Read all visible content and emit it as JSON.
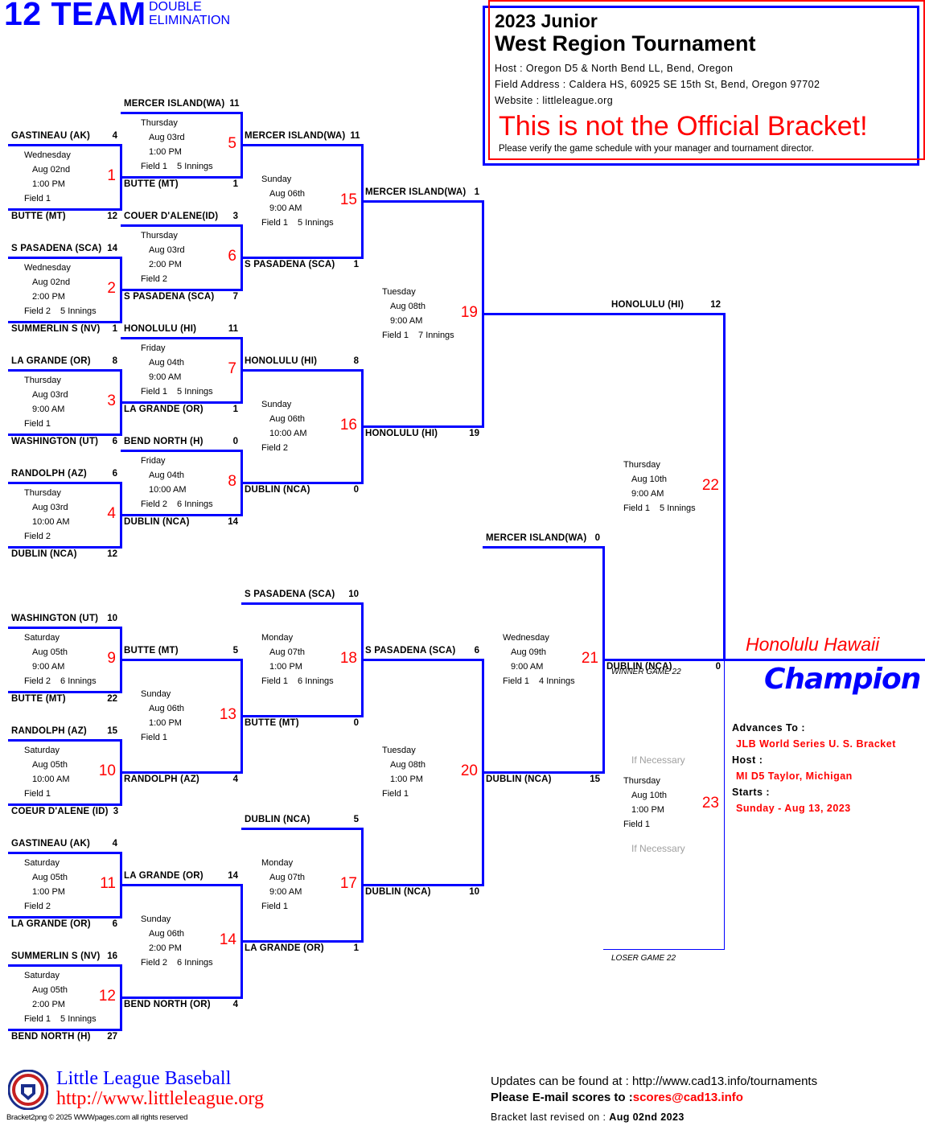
{
  "header": {
    "title": "12 TEAM",
    "subtitle_line1": "DOUBLE",
    "subtitle_line2": "ELIMINATION"
  },
  "tournament": {
    "year_division": "2023 Junior",
    "name": "West Region Tournament",
    "host": "Host : Oregon D5 & North Bend LL, Bend, Oregon",
    "field_address": "Field Address : Caldera HS, 60925 SE 15th St, Bend, Oregon 97702",
    "website": "Website : littleleague.org",
    "warning": "This is not the Official Bracket!",
    "verify_note": "Please verify the game schedule with your manager and tournament director."
  },
  "games": [
    {
      "num": "1",
      "top": {
        "team": "GASTINEAU (AK)",
        "score": "4"
      },
      "bottom": {
        "team": "BUTTE (MT)",
        "score": "12"
      },
      "day": "Wednesday",
      "date": "Aug 02nd",
      "time": "1:00 PM",
      "field": "Field 1",
      "innings": ""
    },
    {
      "num": "2",
      "top": {
        "team": "S PASADENA (SCA)",
        "score": "14"
      },
      "bottom": {
        "team": "SUMMERLIN S (NV)",
        "score": "1"
      },
      "day": "Wednesday",
      "date": "Aug 02nd",
      "time": "2:00 PM",
      "field": "Field 2",
      "innings": "5 Innings"
    },
    {
      "num": "3",
      "top": {
        "team": "LA GRANDE (OR)",
        "score": "8"
      },
      "bottom": {
        "team": "WASHINGTON (UT)",
        "score": "6"
      },
      "day": "Thursday",
      "date": "Aug 03rd",
      "time": "9:00 AM",
      "field": "Field 1",
      "innings": ""
    },
    {
      "num": "4",
      "top": {
        "team": "RANDOLPH (AZ)",
        "score": "6"
      },
      "bottom": {
        "team": "DUBLIN (NCA)",
        "score": "12"
      },
      "day": "Thursday",
      "date": "Aug 03rd",
      "time": "10:00 AM",
      "field": "Field 2",
      "innings": ""
    },
    {
      "num": "5",
      "top": {
        "team": "MERCER ISLAND(WA)",
        "score": "11"
      },
      "bottom": {
        "team": "BUTTE (MT)",
        "score": "1"
      },
      "day": "Thursday",
      "date": "Aug 03rd",
      "time": "1:00 PM",
      "field": "Field 1",
      "innings": "5 Innings"
    },
    {
      "num": "6",
      "top": {
        "team": "COUER D'ALENE(ID)",
        "score": "3"
      },
      "bottom": {
        "team": "S PASADENA (SCA)",
        "score": "7"
      },
      "day": "Thursday",
      "date": "Aug 03rd",
      "time": "2:00 PM",
      "field": "Field 2",
      "innings": ""
    },
    {
      "num": "7",
      "top": {
        "team": "HONOLULU (HI)",
        "score": "11"
      },
      "bottom": {
        "team": "LA GRANDE (OR)",
        "score": "1"
      },
      "day": "Friday",
      "date": "Aug 04th",
      "time": "9:00 AM",
      "field": "Field 1",
      "innings": "5 Innings"
    },
    {
      "num": "8",
      "top": {
        "team": "BEND NORTH (H)",
        "score": "0"
      },
      "bottom": {
        "team": "DUBLIN (NCA)",
        "score": "14"
      },
      "day": "Friday",
      "date": "Aug 04th",
      "time": "10:00 AM",
      "field": "Field 2",
      "innings": "6 Innings"
    },
    {
      "num": "15",
      "top": {
        "team": "MERCER ISLAND(WA)",
        "score": "11"
      },
      "bottom": {
        "team": "S PASADENA (SCA)",
        "score": "1"
      },
      "day": "Sunday",
      "date": "Aug 06th",
      "time": "9:00 AM",
      "field": "Field 1",
      "innings": "5 Innings"
    },
    {
      "num": "16",
      "top": {
        "team": "HONOLULU (HI)",
        "score": "8"
      },
      "bottom": {
        "team": "DUBLIN (NCA)",
        "score": "0"
      },
      "day": "Sunday",
      "date": "Aug 06th",
      "time": "10:00 AM",
      "field": "Field 2",
      "innings": ""
    },
    {
      "num": "19",
      "top": {
        "team": "MERCER ISLAND(WA)",
        "score": "1"
      },
      "bottom": {
        "team": "HONOLULU (HI)",
        "score": "19"
      },
      "day": "Tuesday",
      "date": "Aug 08th",
      "time": "9:00 AM",
      "field": "Field 1",
      "innings": "7 Innings"
    },
    {
      "num": "22",
      "top": {
        "team": "HONOLULU (HI)",
        "score": "12"
      },
      "bottom": {
        "team": "DUBLIN (NCA)",
        "score": "0"
      },
      "day": "Thursday",
      "date": "Aug 10th",
      "time": "9:00 AM",
      "field": "Field 1",
      "innings": "5 Innings"
    },
    {
      "num": "9",
      "top": {
        "team": "WASHINGTON (UT)",
        "score": "10"
      },
      "bottom": {
        "team": "BUTTE (MT)",
        "score": "22"
      },
      "day": "Saturday",
      "date": "Aug 05th",
      "time": "9:00 AM",
      "field": "Field 2",
      "innings": "6 Innings"
    },
    {
      "num": "10",
      "top": {
        "team": "RANDOLPH (AZ)",
        "score": "15"
      },
      "bottom": {
        "team": "COEUR D'ALENE (ID)",
        "score": "3"
      },
      "day": "Saturday",
      "date": "Aug 05th",
      "time": "10:00 AM",
      "field": "Field 1",
      "innings": ""
    },
    {
      "num": "11",
      "top": {
        "team": "GASTINEAU (AK)",
        "score": "4"
      },
      "bottom": {
        "team": "LA GRANDE (OR)",
        "score": "6"
      },
      "day": "Saturday",
      "date": "Aug 05th",
      "time": "1:00 PM",
      "field": "Field 2",
      "innings": ""
    },
    {
      "num": "12",
      "top": {
        "team": "SUMMERLIN S (NV)",
        "score": "16"
      },
      "bottom": {
        "team": "BEND NORTH (H)",
        "score": "27"
      },
      "day": "Saturday",
      "date": "Aug 05th",
      "time": "2:00 PM",
      "field": "Field 1",
      "innings": "5 Innings"
    },
    {
      "num": "13",
      "top": {
        "team": "BUTTE (MT)",
        "score": "5"
      },
      "bottom": {
        "team": "RANDOLPH (AZ)",
        "score": "4"
      },
      "day": "Sunday",
      "date": "Aug 06th",
      "time": "1:00 PM",
      "field": "Field 1",
      "innings": ""
    },
    {
      "num": "14",
      "top": {
        "team": "LA GRANDE (OR)",
        "score": "14"
      },
      "bottom": {
        "team": "BEND NORTH (OR)",
        "score": "4"
      },
      "day": "Sunday",
      "date": "Aug 06th",
      "time": "2:00 PM",
      "field": "Field 2",
      "innings": "6 Innings"
    },
    {
      "num": "18",
      "top": {
        "team": "S PASADENA (SCA)",
        "score": "10"
      },
      "bottom": {
        "team": "BUTTE (MT)",
        "score": "0"
      },
      "day": "Monday",
      "date": "Aug 07th",
      "time": "1:00 PM",
      "field": "Field 1",
      "innings": "6 Innings"
    },
    {
      "num": "17",
      "top": {
        "team": "DUBLIN (NCA)",
        "score": "5"
      },
      "bottom": {
        "team": "LA GRANDE (OR)",
        "score": "1"
      },
      "day": "Monday",
      "date": "Aug 07th",
      "time": "9:00 AM",
      "field": "Field 1",
      "innings": ""
    },
    {
      "num": "20",
      "top": {
        "team": "S PASADENA (SCA)",
        "score": "6"
      },
      "bottom": {
        "team": "DUBLIN (NCA)",
        "score": "10"
      },
      "day": "Tuesday",
      "date": "Aug 08th",
      "time": "1:00 PM",
      "field": "Field 1",
      "innings": ""
    },
    {
      "num": "21",
      "top": {
        "team": "MERCER ISLAND(WA)",
        "score": "0"
      },
      "bottom": {
        "team": "DUBLIN (NCA)",
        "score": "15"
      },
      "day": "Wednesday",
      "date": "Aug 09th",
      "time": "9:00 AM",
      "field": "Field 1",
      "innings": "4 Innings"
    },
    {
      "num": "23",
      "top": {
        "team": "",
        "score": ""
      },
      "bottom": {
        "team": "",
        "score": ""
      },
      "day": "Thursday",
      "date": "Aug 10th",
      "time": "1:00 PM",
      "field": "Field 1",
      "innings": ""
    }
  ],
  "game23": {
    "winner_label": "WINNER GAME 22",
    "loser_label": "LOSER GAME 22",
    "if_necessary_top": "If Necessary",
    "if_necessary_bottom": "If Necessary"
  },
  "champion": {
    "city": "Honolulu Hawaii",
    "word": "Champion",
    "advances_label": "Advances To :",
    "advances_value": "JLB World Series U. S. Bracket",
    "host_label": "Host :",
    "host_value": "MI D5 Taylor, Michigan",
    "starts_label": "Starts :",
    "starts_value": "Sunday - Aug 13, 2023"
  },
  "footer": {
    "org_name": "Little League Baseball",
    "org_url": "http://www.littleleague.org",
    "copyright": "Bracket2png © 2025 WWWpages.com all rights reserved",
    "updates": "Updates can be found at : http://www.cad13.info/tournaments",
    "email_label": "Please E-mail scores to :",
    "email": "scores@cad13.info",
    "revised_label": "Bracket last revised on :",
    "revised_date": "Aug 02nd 2023"
  },
  "colors": {
    "line": "#0000ff",
    "accent": "#ff0000"
  }
}
